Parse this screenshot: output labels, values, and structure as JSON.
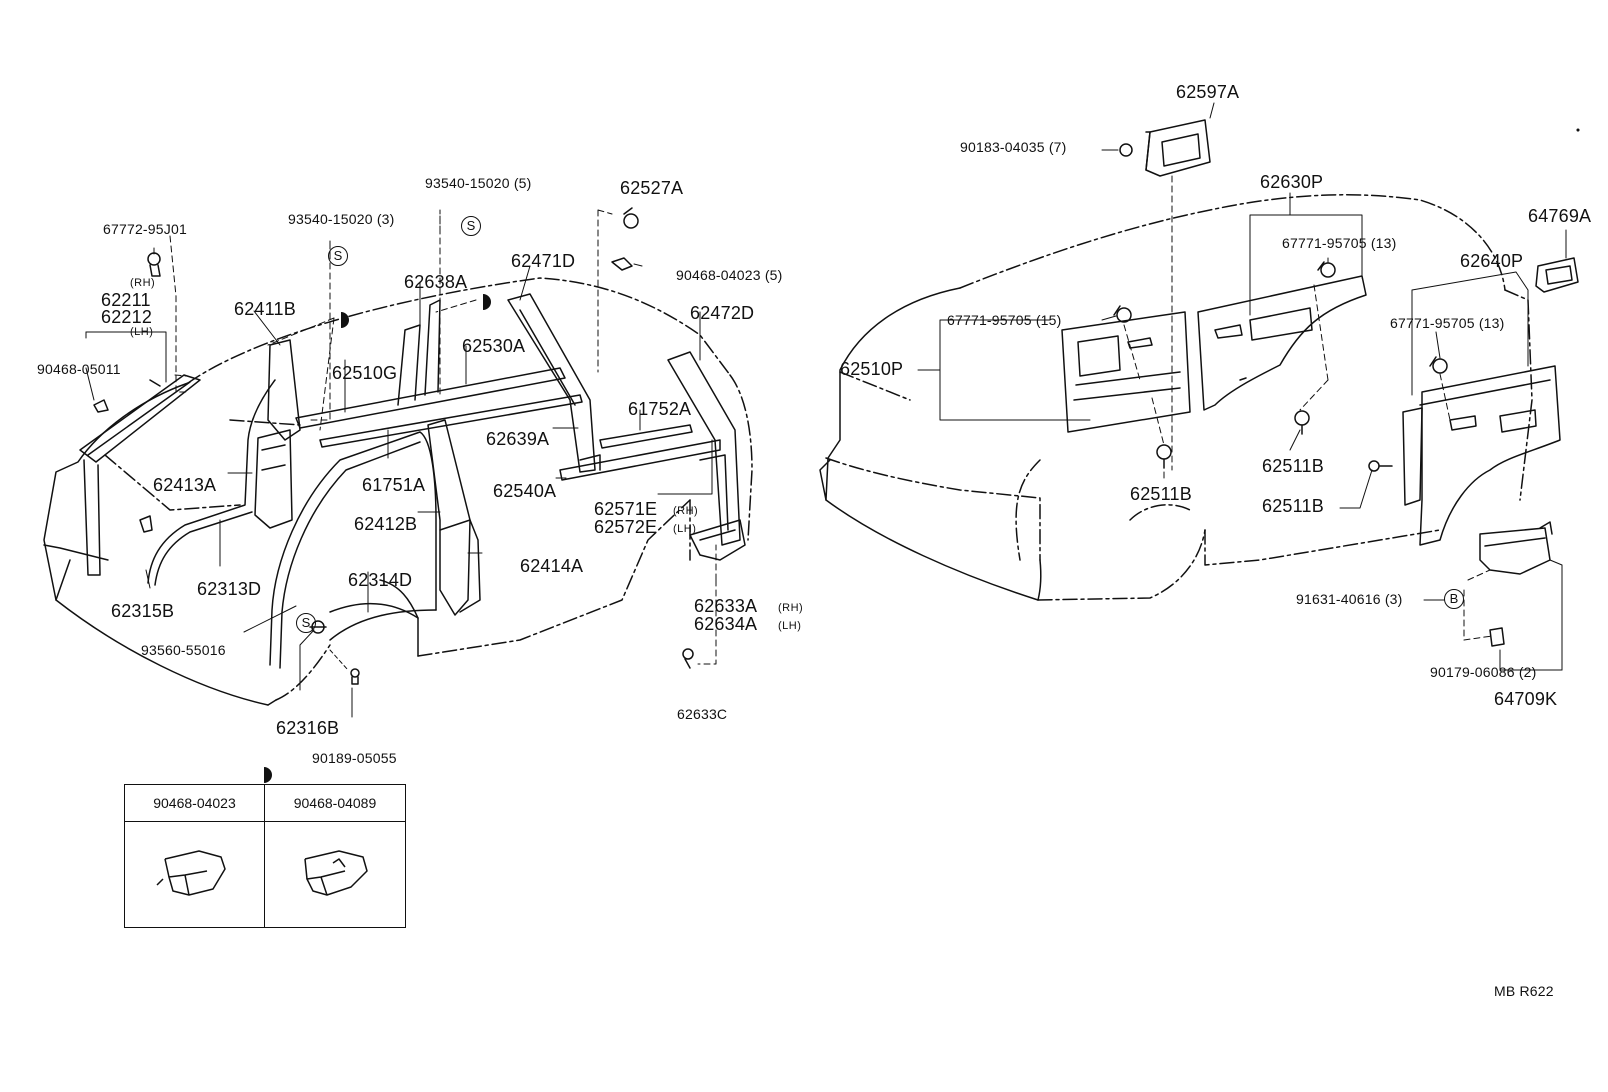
{
  "left_labels": {
    "p67772": "67772-95J01",
    "rh1": "(RH)",
    "p62211": "62211",
    "p62212": "62212",
    "lh1": "(LH)",
    "p90468_05011": "90468-05011",
    "p62411B": "62411B",
    "p93540_3": "93540-15020 (3)",
    "p93540_5": "93540-15020 (5)",
    "p62638A": "62638A",
    "p62471D": "62471D",
    "p62527A": "62527A",
    "p90468_04023_5": "90468-04023 (5)",
    "p62472D": "62472D",
    "p62510G": "62510G",
    "p62530A": "62530A",
    "p61752A": "61752A",
    "p62639A": "62639A",
    "p62413A": "62413A",
    "p61751A": "61751A",
    "p62540A": "62540A",
    "p62571E": "62571E",
    "rh2": "(RH)",
    "p62572E": "62572E",
    "lh2": "(LH)",
    "p62412B": "62412B",
    "p62414A": "62414A",
    "p62313D": "62313D",
    "p62315B": "62315B",
    "p62314D": "62314D",
    "p62633A": "62633A",
    "rh3": "(RH)",
    "p62634A": "62634A",
    "lh3": "(LH)",
    "p93560": "93560-55016",
    "p62316B": "62316B",
    "p62633C": "62633C",
    "p90189": "90189-05055"
  },
  "right_labels": {
    "p62597A": "62597A",
    "p90183": "90183-04035 (7)",
    "p62630P": "62630P",
    "p67771_13a": "67771-95705 (13)",
    "p64769A": "64769A",
    "p62640P": "62640P",
    "p67771_15": "67771-95705 (15)",
    "p67771_13b": "67771-95705 (13)",
    "p62510P": "62510P",
    "p62511B_a": "62511B",
    "p62511B_b": "62511B",
    "p62511B_c": "62511B",
    "p91631": "91631-40616 (3)",
    "p90179": "90179-06086 (2)",
    "p64709K": "64709K",
    "page_code": "MB  R622"
  },
  "markers": {
    "s": "S",
    "b": "B"
  },
  "legend": {
    "left_part": "90468-04023",
    "right_part": "90468-04089"
  }
}
